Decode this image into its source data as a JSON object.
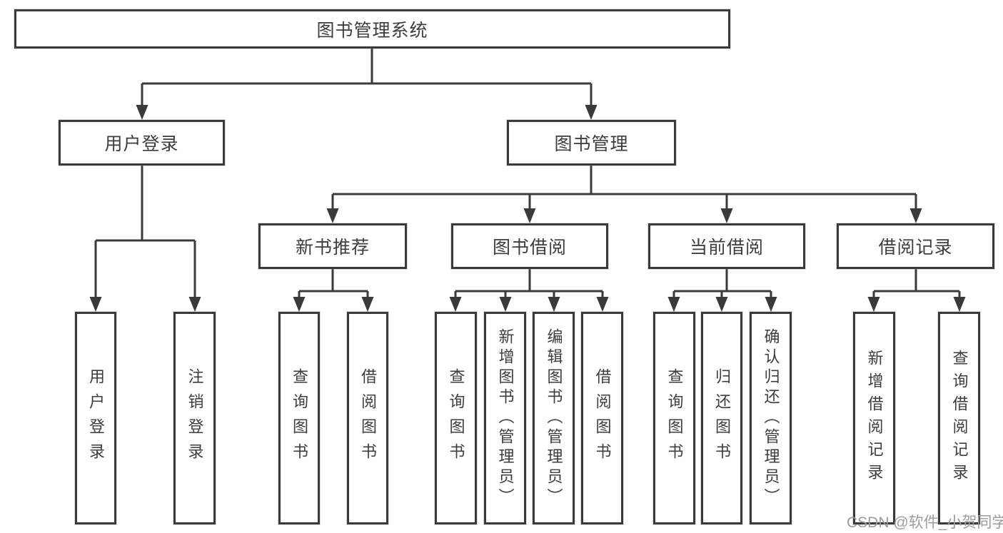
{
  "diagram_type": "tree-structure-chart",
  "tree": {
    "label": "图书管理系统",
    "children": [
      {
        "label": "用户登录",
        "children": [
          {
            "label": "用户登录"
          },
          {
            "label": "注销登录"
          }
        ]
      },
      {
        "label": "图书管理",
        "children": [
          {
            "label": "新书推荐",
            "children": [
              {
                "label": "查询图书"
              },
              {
                "label": "借阅图书"
              }
            ]
          },
          {
            "label": "图书借阅",
            "children": [
              {
                "label": "查询图书"
              },
              {
                "label": "新增图书（管理员）"
              },
              {
                "label": "编辑图书（管理员）"
              },
              {
                "label": "借阅图书"
              }
            ]
          },
          {
            "label": "当前借阅",
            "children": [
              {
                "label": "查询图书"
              },
              {
                "label": "归还图书"
              },
              {
                "label": "确认归还（管理员）"
              }
            ]
          },
          {
            "label": "借阅记录",
            "children": [
              {
                "label": "新增借阅记录"
              },
              {
                "label": "查询借阅记录"
              }
            ]
          }
        ]
      }
    ]
  },
  "watermark": {
    "text": "CSDN @软件_小贺同学"
  },
  "colors": {
    "line": "#3a3a3a",
    "box_border": "#3a3a3a",
    "box_background": "#ffffff",
    "text": "#3d3d3d",
    "watermark": "#9c9c9c",
    "background": "#ffffff"
  }
}
